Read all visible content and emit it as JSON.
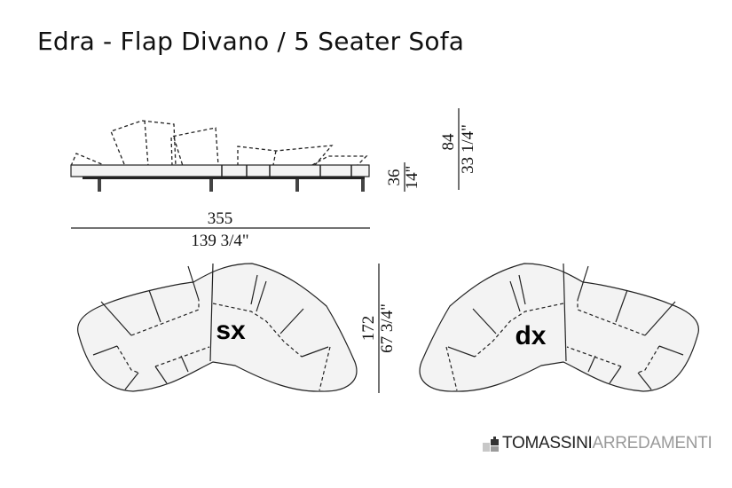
{
  "header": {
    "title": "Edra - Flap Divano / 5 Seater Sofa"
  },
  "side_view": {
    "width_cm": "355",
    "width_in": "139 3/4\"",
    "seat_height_cm": "36",
    "seat_height_in": "14\"",
    "max_height_cm": "84",
    "max_height_in": "33 1/4\""
  },
  "plan_view": {
    "depth_cm": "172",
    "depth_in": "67 3/4\"",
    "left_version_label": "sx",
    "right_version_label": "dx"
  },
  "logo": {
    "brand": "TOMASSINI",
    "sub": "ARREDAMENTI"
  },
  "colors": {
    "line": "#222222",
    "fill": "#f3f3f3",
    "logo_gray": "#9a9a9a"
  }
}
